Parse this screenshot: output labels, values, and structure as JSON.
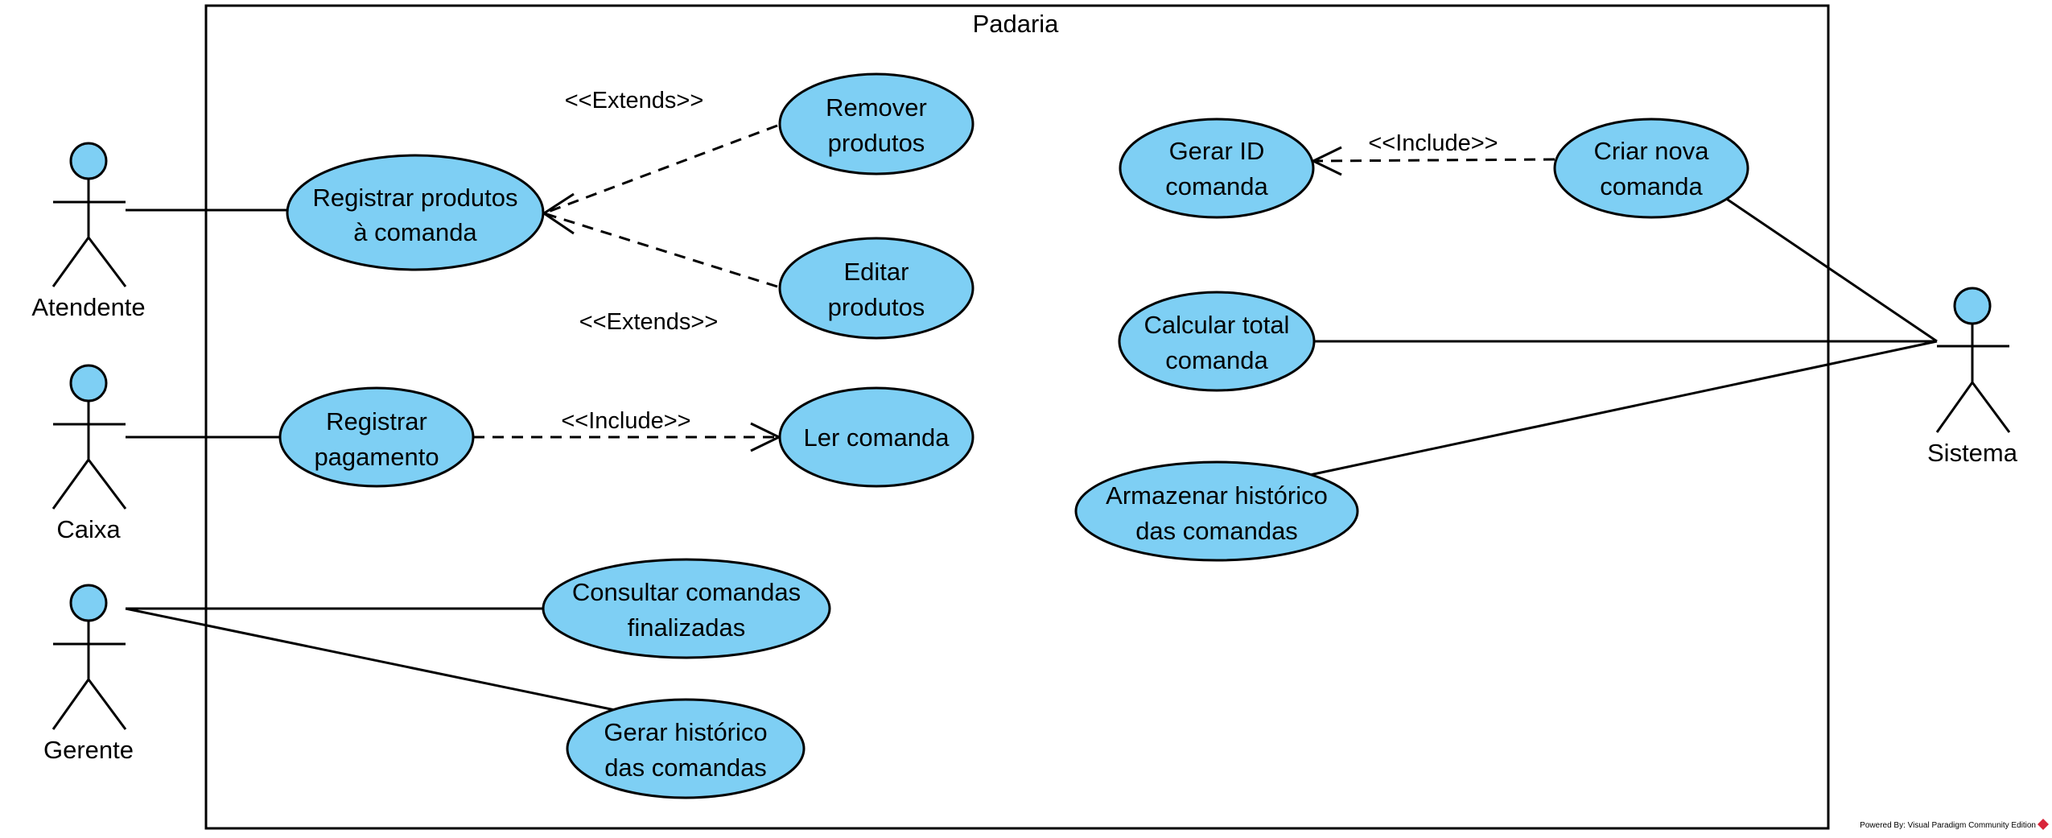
{
  "system": {
    "title": "Padaria"
  },
  "actors": {
    "atendente": "Atendente",
    "caixa": "Caixa",
    "gerente": "Gerente",
    "sistema": "Sistema"
  },
  "use_cases": {
    "registrar_produtos": [
      "Registrar produtos",
      "à comanda"
    ],
    "remover_produtos": [
      "Remover",
      "produtos"
    ],
    "editar_produtos": [
      "Editar",
      "produtos"
    ],
    "registrar_pagamento": [
      "Registrar",
      "pagamento"
    ],
    "ler_comanda": [
      "Ler comanda"
    ],
    "consultar_comandas": [
      "Consultar comandas",
      "finalizadas"
    ],
    "gerar_historico": [
      "Gerar histórico",
      "das comandas"
    ],
    "gerar_id": [
      "Gerar ID",
      "comanda"
    ],
    "criar_nova": [
      "Criar nova",
      "comanda"
    ],
    "calcular_total": [
      "Calcular total",
      "comanda"
    ],
    "armazenar_historico": [
      "Armazenar histórico",
      "das comandas"
    ]
  },
  "stereotypes": {
    "extends_remover": "<<Extends>>",
    "extends_editar": "<<Extends>>",
    "include_ler": "<<Include>>",
    "include_gerar_id": "<<Include>>"
  },
  "footer": {
    "text": "Powered By: Visual Paradigm Community Edition"
  },
  "colors": {
    "use_case_fill": "#7ecff4",
    "stroke": "#000000",
    "logo": "#d9253a"
  }
}
